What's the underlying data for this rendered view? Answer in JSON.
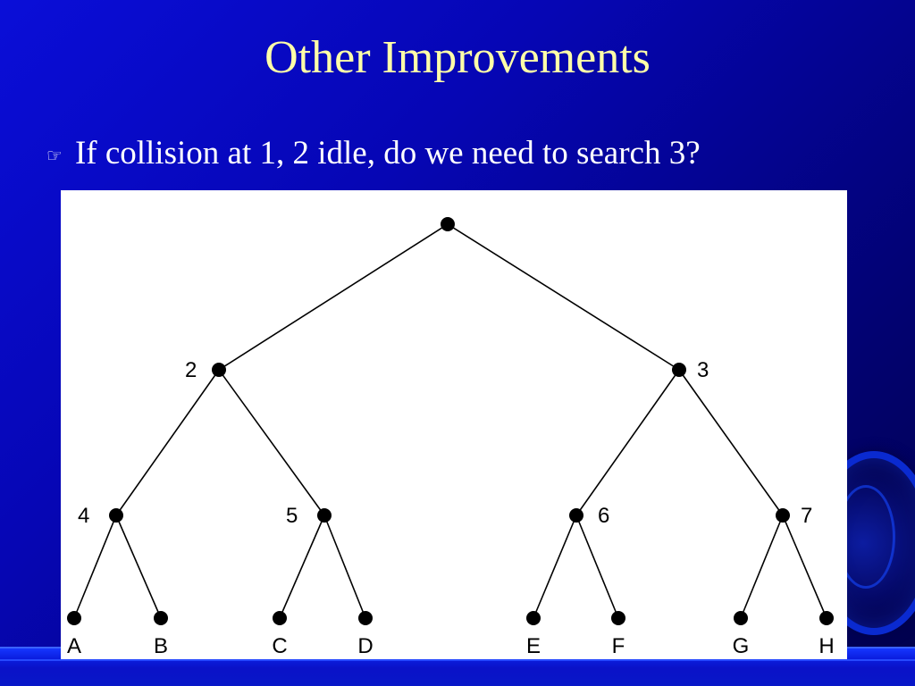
{
  "slide": {
    "title": "Other Improvements",
    "bullet": {
      "icon": "pointing-hand-icon",
      "text": "If collision at 1, 2 idle, do we need to search 3?"
    }
  },
  "colors": {
    "background": "#0606b4",
    "title": "#ffffa8",
    "bullet_text": "#ffffff",
    "diagram_background": "#ffffff",
    "diagram_ink": "#000000"
  },
  "diagram": {
    "type": "binary-tree",
    "nodes": [
      {
        "id": "n1",
        "label": ""
      },
      {
        "id": "n2",
        "label": "2"
      },
      {
        "id": "n3",
        "label": "3"
      },
      {
        "id": "n4",
        "label": "4"
      },
      {
        "id": "n5",
        "label": "5"
      },
      {
        "id": "n6",
        "label": "6"
      },
      {
        "id": "n7",
        "label": "7"
      },
      {
        "id": "A",
        "label": "A"
      },
      {
        "id": "B",
        "label": "B"
      },
      {
        "id": "C",
        "label": "C"
      },
      {
        "id": "D",
        "label": "D"
      },
      {
        "id": "E",
        "label": "E"
      },
      {
        "id": "F",
        "label": "F"
      },
      {
        "id": "G",
        "label": "G"
      },
      {
        "id": "H",
        "label": "H"
      }
    ],
    "edges": [
      [
        "n1",
        "n2"
      ],
      [
        "n1",
        "n3"
      ],
      [
        "n2",
        "n4"
      ],
      [
        "n2",
        "n5"
      ],
      [
        "n3",
        "n6"
      ],
      [
        "n3",
        "n7"
      ],
      [
        "n4",
        "A"
      ],
      [
        "n4",
        "B"
      ],
      [
        "n5",
        "C"
      ],
      [
        "n5",
        "D"
      ],
      [
        "n6",
        "E"
      ],
      [
        "n6",
        "F"
      ],
      [
        "n7",
        "G"
      ],
      [
        "n7",
        "H"
      ]
    ]
  }
}
